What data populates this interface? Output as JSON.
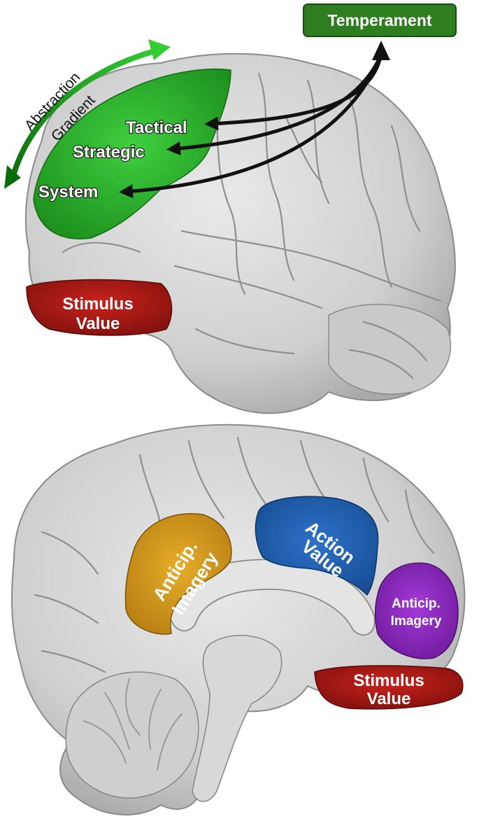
{
  "title_box": {
    "label": "Temperament",
    "color": "#2e7d1e"
  },
  "gradient": {
    "line1": "Abstraction",
    "line2": "Gradient",
    "arrow_color_light": "#33cc33",
    "arrow_color_dark": "#0b6b0b"
  },
  "lateral": {
    "tactical": "Tactical",
    "strategic": "Strategic",
    "system": "System",
    "stimulus_value_line1": "Stimulus",
    "stimulus_value_line2": "Value",
    "green_region_color": "#22a822",
    "red_region_color": "#b01a16"
  },
  "medial": {
    "anticip_orange_line1": "Anticip.",
    "anticip_orange_line2": "Imagery",
    "action_value_line1": "Action",
    "action_value_line2": "Value",
    "anticip_purple_line1": "Anticip.",
    "anticip_purple_line2": "Imagery",
    "stimulus_value_line1": "Stimulus",
    "stimulus_value_line2": "Value",
    "orange_region_color": "#d39a1c",
    "blue_region_color": "#1f5fb0",
    "purple_region_color": "#8e2bc4",
    "red_region_color": "#b01a16"
  },
  "brain_color": "#d2d2d2"
}
